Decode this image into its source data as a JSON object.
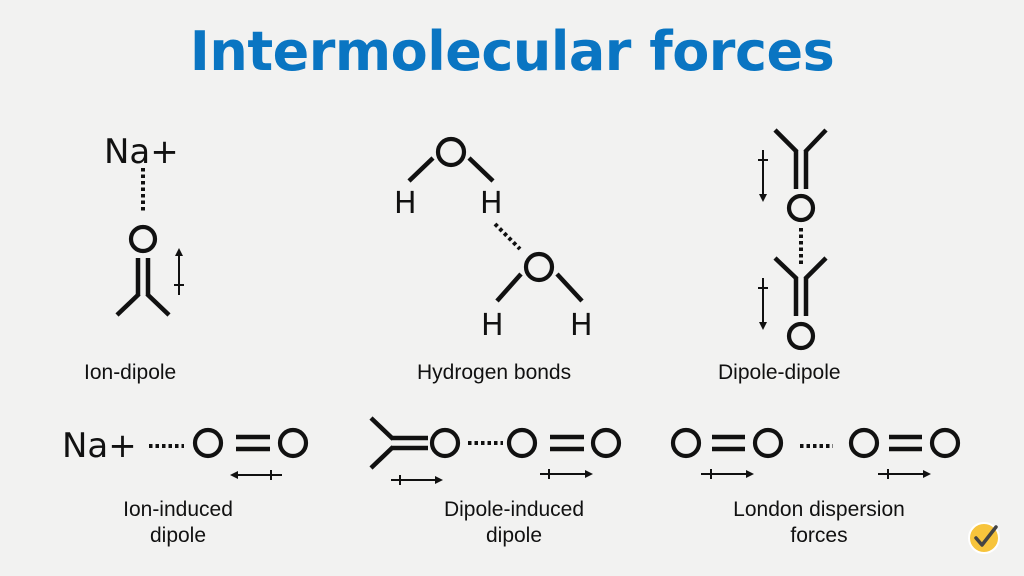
{
  "title": "Intermolecular forces",
  "colors": {
    "title": "#0a75c2",
    "ink": "#111111",
    "background": "#f2f2f1",
    "badge": "#f7c43c"
  },
  "panels": [
    {
      "id": "ion-dipole",
      "label": "Ion-dipole",
      "atoms": [
        "Na+",
        "O"
      ]
    },
    {
      "id": "hydrogen-bonds",
      "label": "Hydrogen bonds",
      "atoms": [
        "O",
        "H",
        "H",
        "O",
        "H",
        "H"
      ]
    },
    {
      "id": "dipole-dipole",
      "label": "Dipole-dipole",
      "atoms": [
        "O",
        "O"
      ]
    },
    {
      "id": "ion-induced-dipole",
      "label_line1": "Ion-induced",
      "label_line2": "dipole",
      "atoms": [
        "Na+",
        "O",
        "O"
      ]
    },
    {
      "id": "dipole-induced-dipole",
      "label_line1": "Dipole-induced",
      "label_line2": "dipole",
      "atoms": [
        "O",
        "O",
        "O"
      ]
    },
    {
      "id": "london-dispersion",
      "label_line1": "London dispersion",
      "label_line2": "forces",
      "atoms": [
        "O",
        "O",
        "O",
        "O"
      ]
    }
  ],
  "symbols": {
    "sodium_ion": "Na+",
    "hydrogen": "H"
  },
  "badge_icon": "checkmark-icon"
}
